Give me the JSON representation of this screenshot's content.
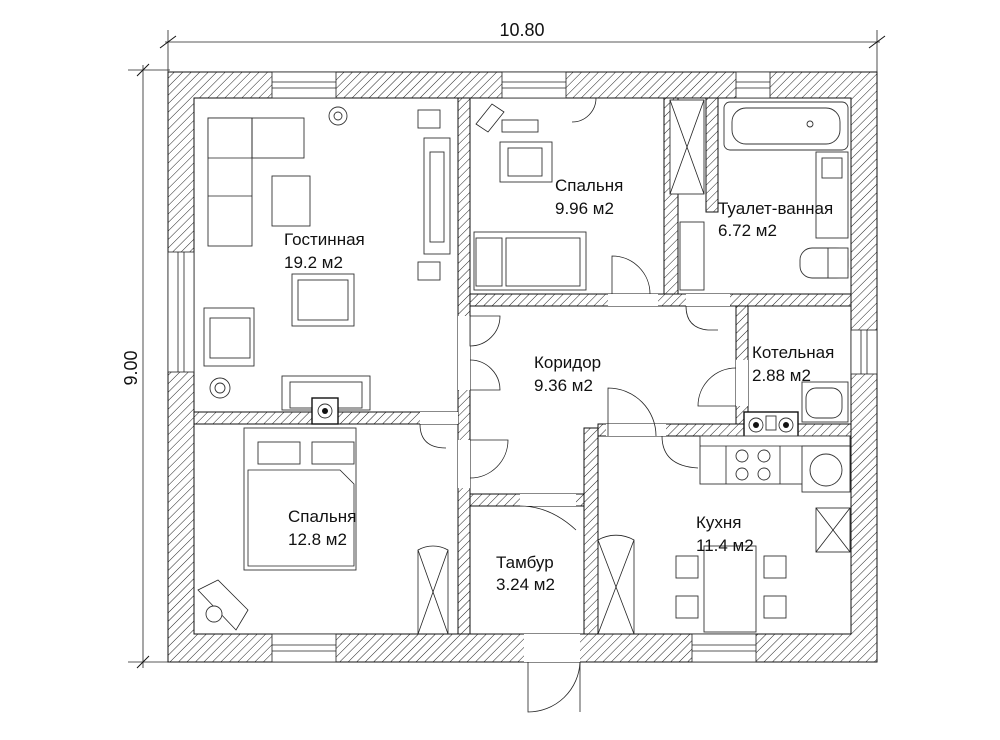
{
  "dimensions": {
    "width": "10.80",
    "height": "9.00"
  },
  "rooms": [
    {
      "id": "living",
      "name": "Гостинная",
      "area": "19.2 м2"
    },
    {
      "id": "bedroom1",
      "name": "Спальня",
      "area": "9.96 м2"
    },
    {
      "id": "bath",
      "name": "Туалет-ванная",
      "area": "6.72 м2"
    },
    {
      "id": "corridor",
      "name": "Коридор",
      "area": "9.36 м2"
    },
    {
      "id": "boiler",
      "name": "Котельная",
      "area": "2.88 м2"
    },
    {
      "id": "bedroom2",
      "name": "Спальня",
      "area": "12.8 м2"
    },
    {
      "id": "vestibule",
      "name": "Тамбур",
      "area": "3.24 м2"
    },
    {
      "id": "kitchen",
      "name": "Кухня",
      "area": "11.4 м2"
    }
  ]
}
